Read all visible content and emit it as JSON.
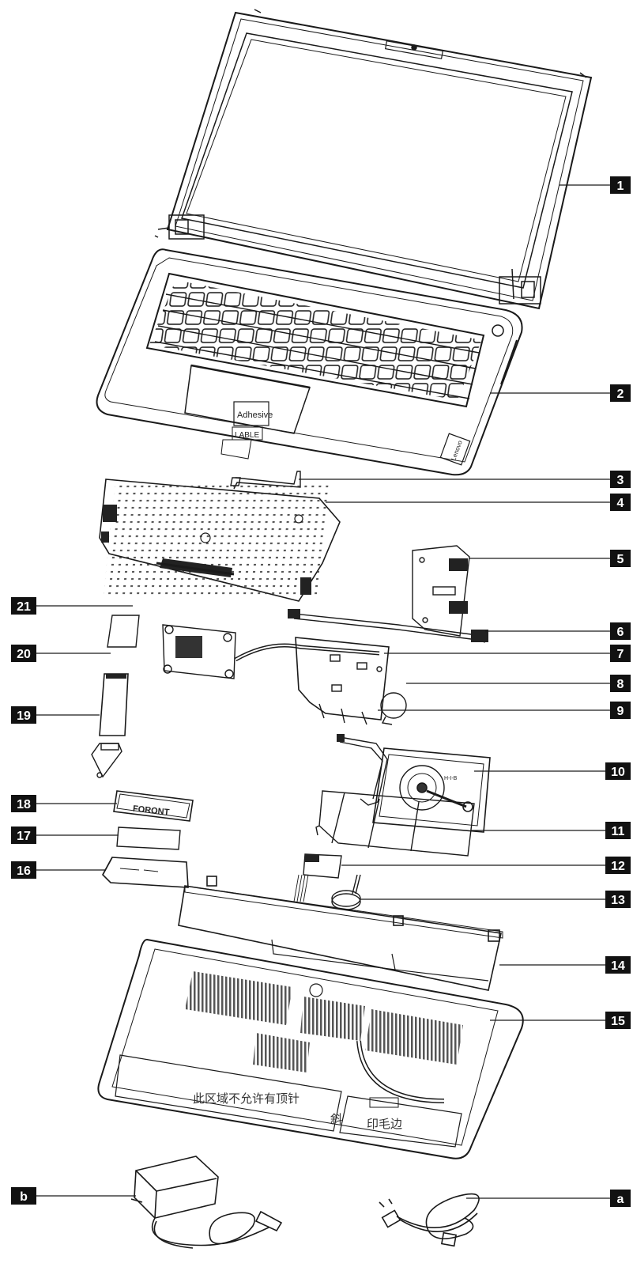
{
  "callouts": {
    "c1": "1",
    "c2": "2",
    "c3": "3",
    "c4": "4",
    "c5": "5",
    "c6": "6",
    "c7": "7",
    "c8": "8",
    "c9": "9",
    "c10": "10",
    "c11": "11",
    "c12": "12",
    "c13": "13",
    "c14": "14",
    "c15": "15",
    "c16": "16",
    "c17": "17",
    "c18": "18",
    "c19": "19",
    "c20": "20",
    "c21": "21",
    "ca": "a",
    "cb": "b"
  },
  "labels": {
    "adhesive": "Adhesive",
    "lable": "LABLE",
    "memory": "FORONT",
    "lenovo_palmrest": "Lenovo",
    "hdd_label": "H-I-B",
    "cn_notice_1": "此区域不允许有顶针",
    "cn_notice_2": "斜",
    "cn_notice_3": "印毛边"
  },
  "colors": {
    "line": "#1a1a1a",
    "callout_bg": "#111111",
    "callout_fg": "#ffffff",
    "hatch": "#777777"
  }
}
